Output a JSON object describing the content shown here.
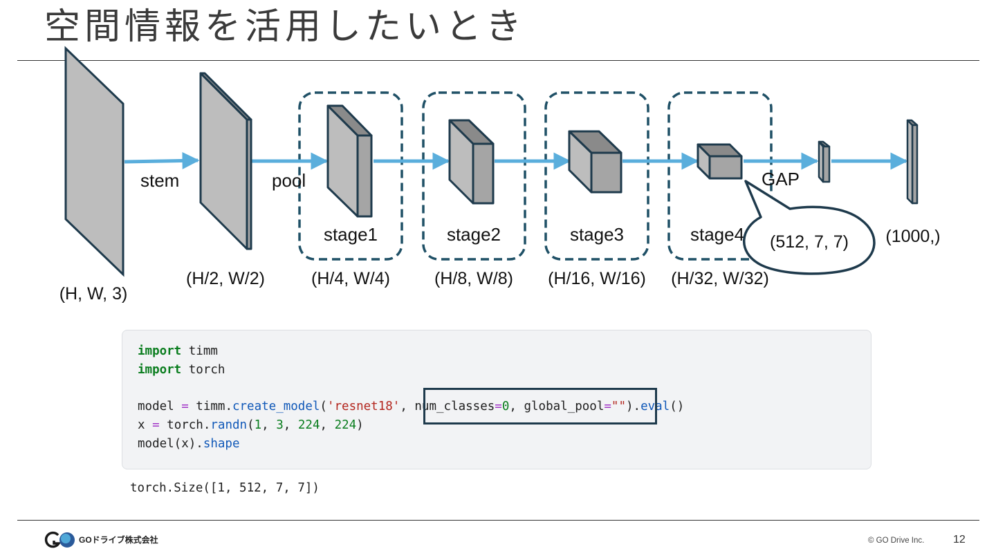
{
  "title": "空間情報を活用したいとき",
  "diagram": {
    "ops": {
      "stem": "stem",
      "pool": "pool",
      "gap": "GAP"
    },
    "stages": [
      "stage1",
      "stage2",
      "stage3",
      "stage4"
    ],
    "shapes": [
      "(H, W, 3)",
      "(H/2, W/2)",
      "(H/4, W/4)",
      "(H/8, W/8)",
      "(H/16, W/16)",
      "(H/32, W/32)",
      "(1000,)"
    ],
    "callout": "(512, 7, 7)",
    "colors": {
      "arrow": "#5aaedc",
      "block": "#b9b9b9",
      "outline": "#1e3a4c",
      "dash": "#1f5066"
    }
  },
  "code": {
    "lines": [
      "import timm",
      "import torch",
      "",
      "model = timm.create_model('resnet18', num_classes=0, global_pool=\"\").eval()",
      "x = torch.randn(1, 3, 224, 224)",
      "model(x).shape"
    ],
    "output": "torch.Size([1, 512, 7, 7])"
  },
  "footer": {
    "company": "GOドライブ株式会社",
    "copyright": "© GO Drive Inc.",
    "page": "12"
  }
}
